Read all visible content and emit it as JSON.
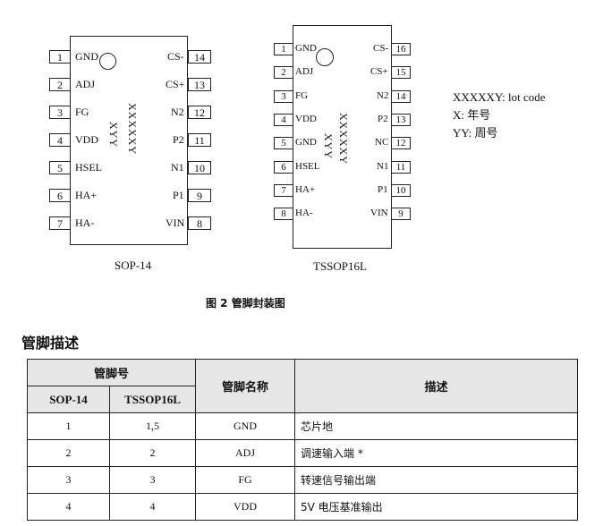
{
  "sop14": {
    "name": "SOP-14",
    "marking": [
      "XXXXXY",
      "XYY"
    ],
    "left_pins": [
      {
        "num": "1",
        "label": "GND"
      },
      {
        "num": "2",
        "label": "ADJ"
      },
      {
        "num": "3",
        "label": "FG"
      },
      {
        "num": "4",
        "label": "VDD"
      },
      {
        "num": "5",
        "label": "HSEL"
      },
      {
        "num": "6",
        "label": "HA+"
      },
      {
        "num": "7",
        "label": "HA-"
      }
    ],
    "right_pins": [
      {
        "num": "14",
        "label": "CS-"
      },
      {
        "num": "13",
        "label": "CS+"
      },
      {
        "num": "12",
        "label": "N2"
      },
      {
        "num": "11",
        "label": "P2"
      },
      {
        "num": "10",
        "label": "N1"
      },
      {
        "num": "9",
        "label": "P1"
      },
      {
        "num": "8",
        "label": "VIN"
      }
    ]
  },
  "tssop16": {
    "name": "TSSOP16L",
    "marking": [
      "XXXXXY",
      "XYY"
    ],
    "left_pins": [
      {
        "num": "1",
        "label": "GND"
      },
      {
        "num": "2",
        "label": "ADJ"
      },
      {
        "num": "3",
        "label": "FG"
      },
      {
        "num": "4",
        "label": "VDD"
      },
      {
        "num": "5",
        "label": "GND"
      },
      {
        "num": "6",
        "label": "HSEL"
      },
      {
        "num": "7",
        "label": "HA+"
      },
      {
        "num": "8",
        "label": "HA-"
      }
    ],
    "right_pins": [
      {
        "num": "16",
        "label": "CS-"
      },
      {
        "num": "15",
        "label": "CS+"
      },
      {
        "num": "14",
        "label": "N2"
      },
      {
        "num": "13",
        "label": "P2"
      },
      {
        "num": "12",
        "label": "NC"
      },
      {
        "num": "11",
        "label": "N1"
      },
      {
        "num": "10",
        "label": "P1"
      },
      {
        "num": "9",
        "label": "VIN"
      }
    ]
  },
  "legend": [
    "XXXXXY: lot code",
    "X:  年号",
    "YY:  周号"
  ],
  "figure_caption": "图 2   管脚封装图",
  "section_title": "管脚描述",
  "table": {
    "header_group": "管脚号",
    "header_sop": "SOP-14",
    "header_tssop": "TSSOP16L",
    "header_name": "管脚名称",
    "header_desc": "描述",
    "rows": [
      {
        "sop": "1",
        "tssop": "1,5",
        "name": "GND",
        "desc": "芯片地"
      },
      {
        "sop": "2",
        "tssop": "2",
        "name": "ADJ",
        "desc": "调速输入端 *"
      },
      {
        "sop": "3",
        "tssop": "3",
        "name": "FG",
        "desc": "转速信号输出端"
      },
      {
        "sop": "4",
        "tssop": "4",
        "name": "VDD",
        "desc": "5V 电压基准输出"
      }
    ]
  }
}
